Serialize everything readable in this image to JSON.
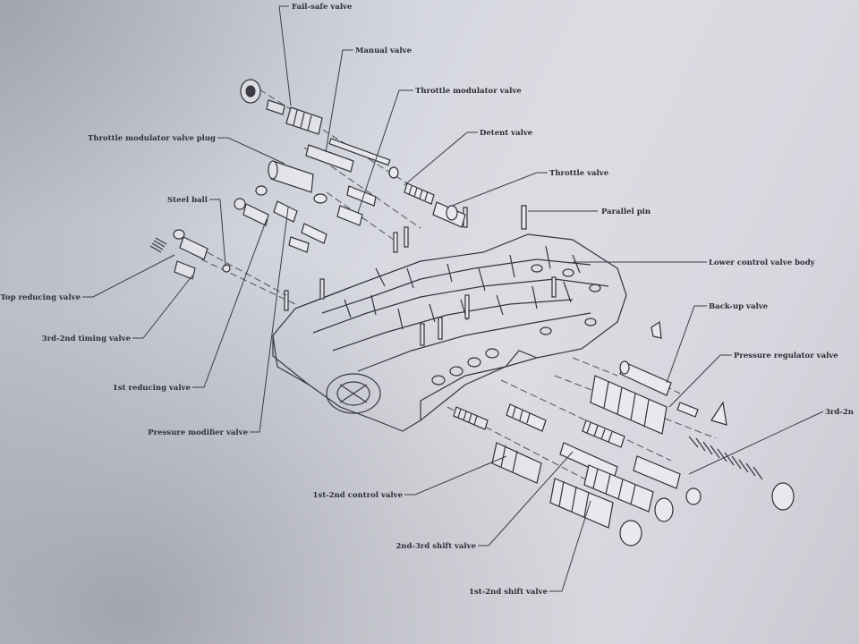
{
  "labels": {
    "fail_safe_valve": "Fail-safe valve",
    "manual_valve": "Manual valve",
    "throttle_modulator_valve": "Throttle modulator valve",
    "detent_valve": "Detent valve",
    "throttle_modulator_valve_plug": "Throttle modulator valve plug",
    "throttle_valve": "Throttle valve",
    "steel_ball": "Steel ball",
    "parallel_pin": "Parallel pin",
    "lower_control_valve_body": "Lower control valve body",
    "top_reducing_valve": "Top reducing valve",
    "back_up_valve": "Back-up valve",
    "third_second_timing_valve": "3rd-2nd timing valve",
    "pressure_regulator_valve": "Pressure regulator valve",
    "first_reducing_valve": "1st reducing valve",
    "third_second_valve": "3rd-2n",
    "pressure_modifier_valve": "Pressure modifier valve",
    "first_second_control_valve": "1st-2nd control valve",
    "second_third_shift_valve": "2nd-3rd shift valve",
    "first_second_shift_valve": "1st-2nd shift valve"
  }
}
